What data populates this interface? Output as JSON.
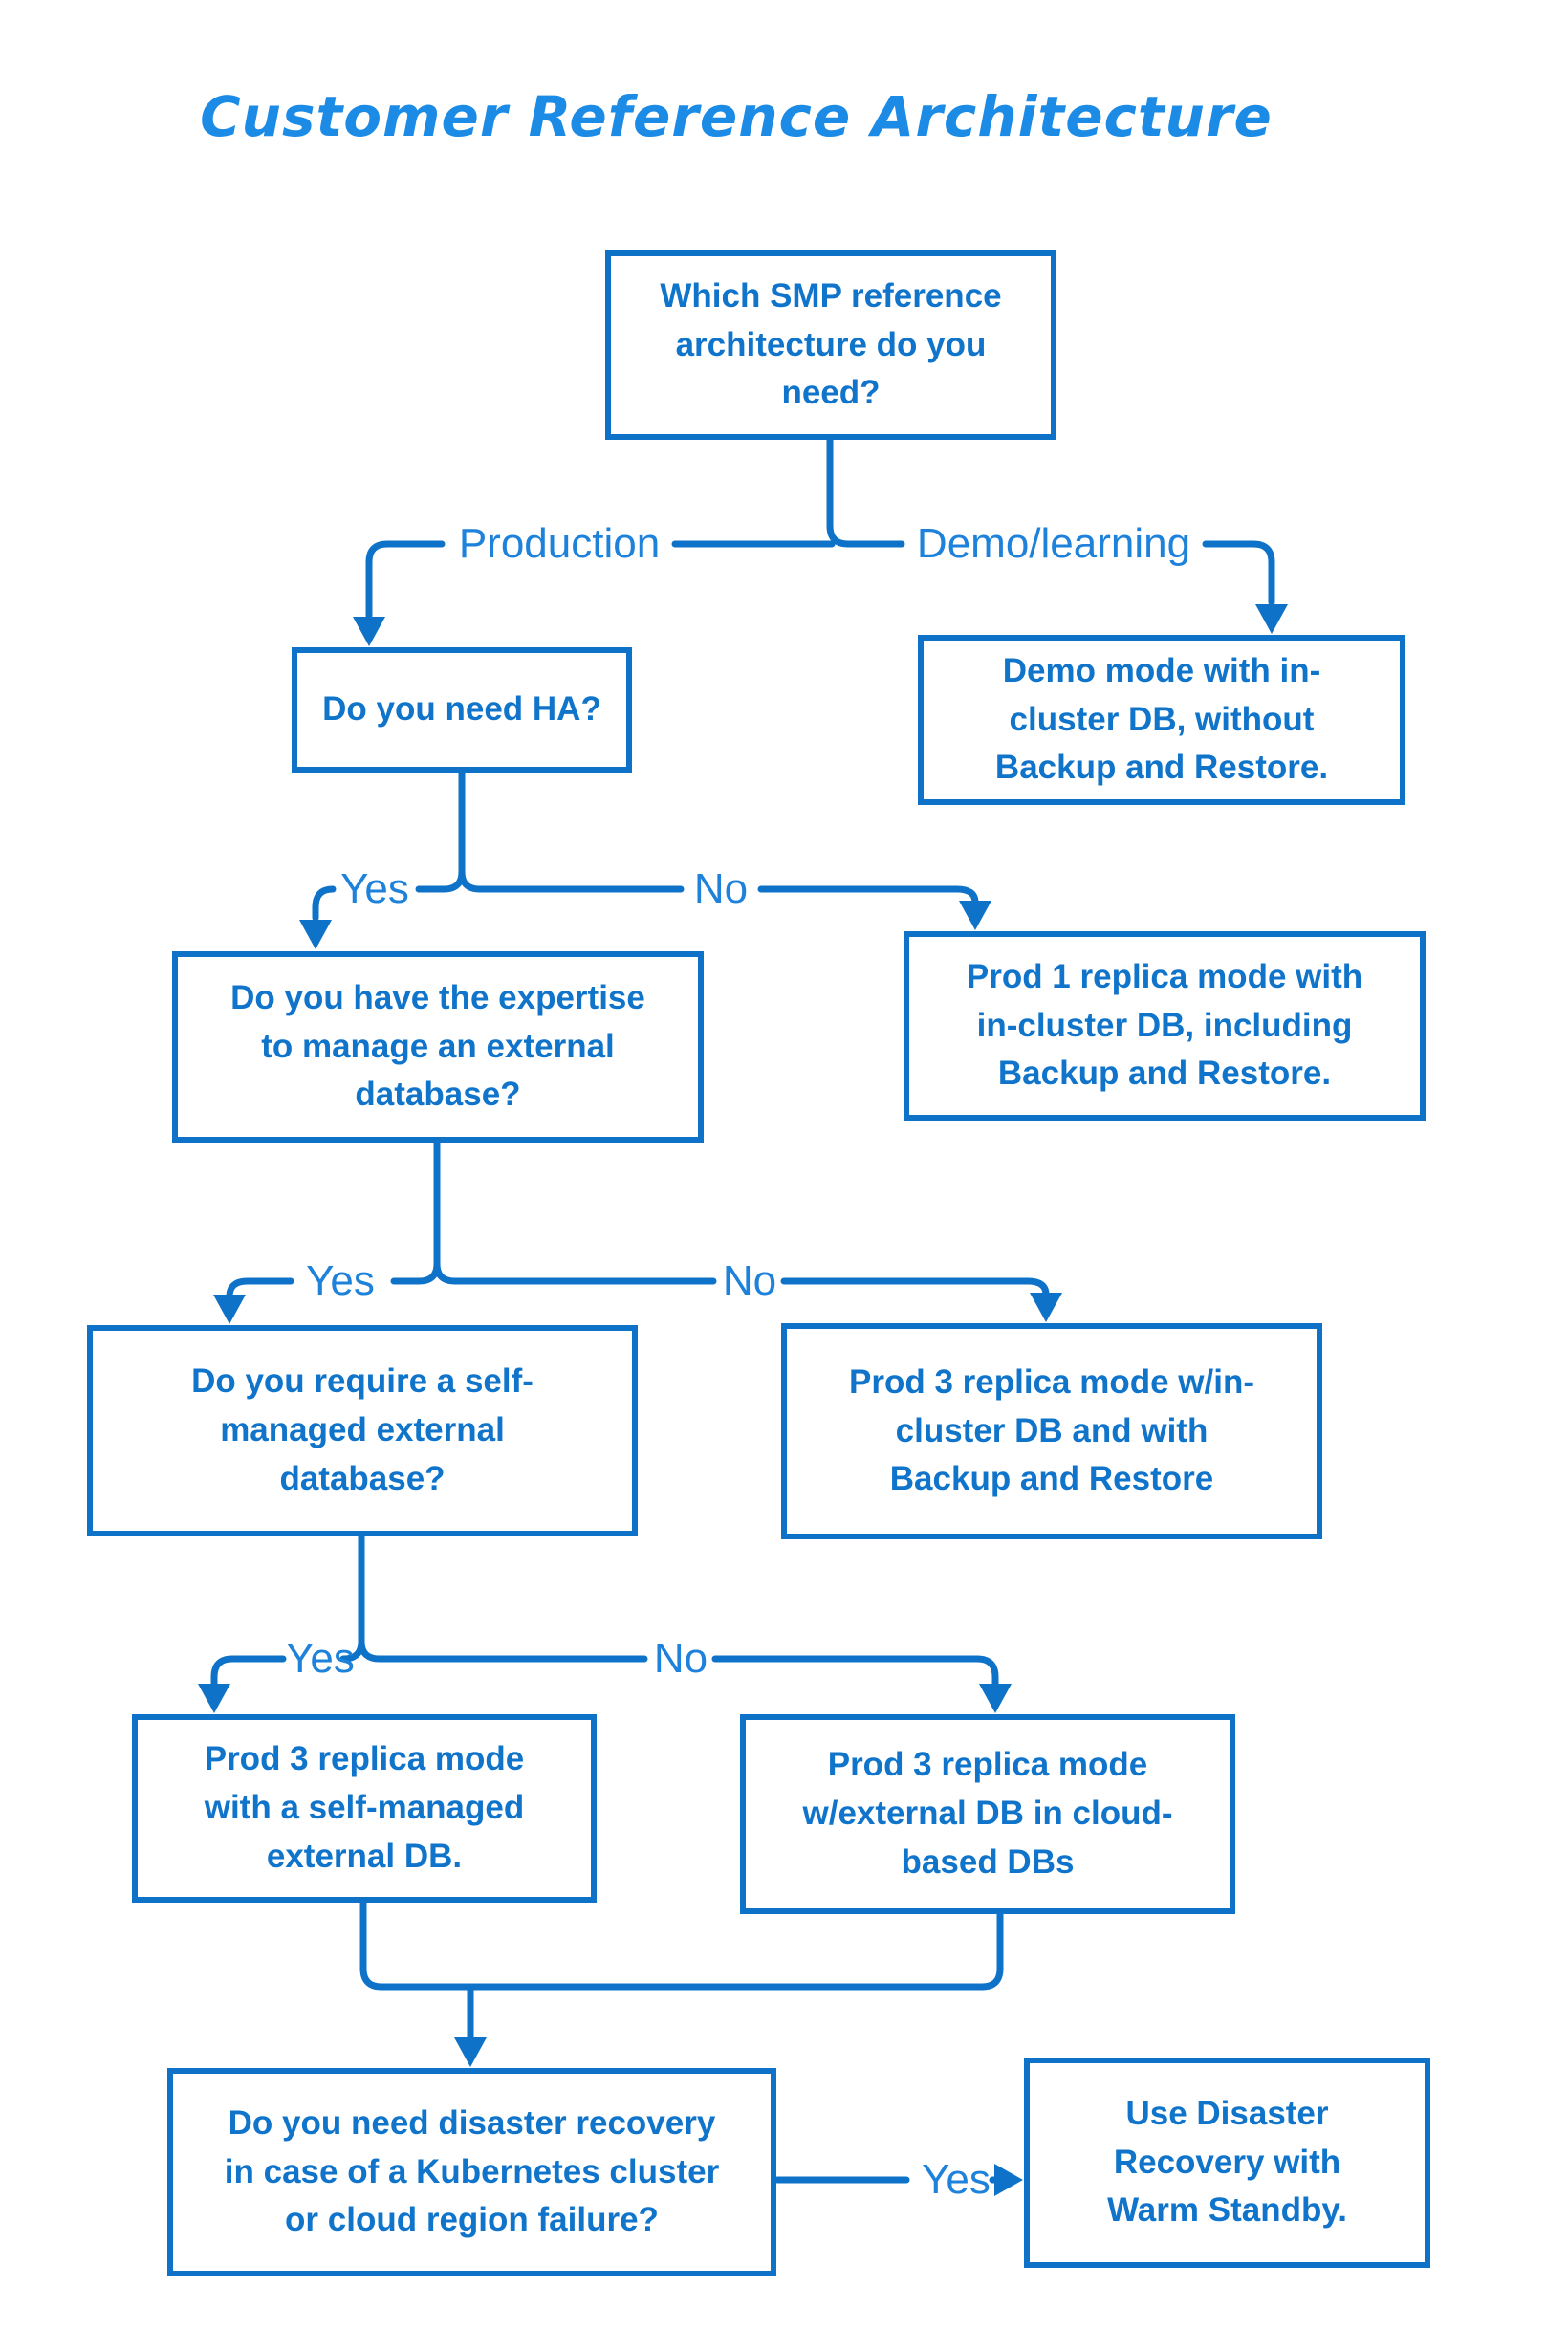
{
  "title": "Customer Reference Architecture",
  "colors": {
    "line": "#0e73c8",
    "box_text": "#0f74ca",
    "edge_label": "#1e82db",
    "title": "#1b8be6",
    "background": "#ffffff"
  },
  "nodes": {
    "root": {
      "text": "Which SMP reference\narchitecture do you\nneed?"
    },
    "need_ha": {
      "text": "Do you need HA?"
    },
    "demo_mode": {
      "text": "Demo mode with in-\ncluster DB, without\nBackup and Restore."
    },
    "expertise": {
      "text": "Do you have the expertise\nto manage an external\ndatabase?"
    },
    "prod1": {
      "text": "Prod 1 replica mode with\nin-cluster DB, including\nBackup and Restore."
    },
    "self_managed": {
      "text": "Do you require a self-\nmanaged external\ndatabase?"
    },
    "prod3_incluster": {
      "text": "Prod 3 replica mode w/in-\ncluster DB and with\nBackup and Restore"
    },
    "prod3_self": {
      "text": "Prod 3 replica mode\nwith a self-managed\nexternal DB."
    },
    "prod3_cloud": {
      "text": "Prod 3 replica mode\nw/external DB in cloud-\nbased DBs"
    },
    "disaster": {
      "text": "Do you need disaster recovery\nin case of a Kubernetes cluster\nor cloud region failure?"
    },
    "warm_standby": {
      "text": "Use Disaster\nRecovery with\nWarm Standby."
    }
  },
  "labels": {
    "production": "Production",
    "demo_learning": "Demo/learning",
    "ha_yes": "Yes",
    "ha_no": "No",
    "expertise_yes": "Yes",
    "expertise_no": "No",
    "self_yes": "Yes",
    "self_no": "No",
    "dr_yes": "Yes"
  }
}
